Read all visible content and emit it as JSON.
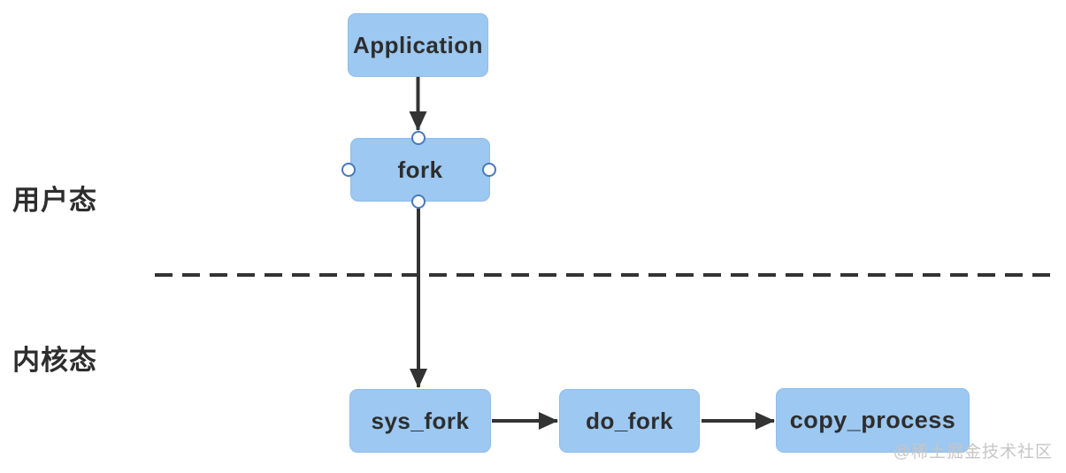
{
  "diagram": {
    "nodes": {
      "application": {
        "label": "Application"
      },
      "fork": {
        "label": "fork"
      },
      "sys_fork": {
        "label": "sys_fork"
      },
      "do_fork": {
        "label": "do_fork"
      },
      "copy_process": {
        "label": "copy_process"
      }
    },
    "regions": {
      "user_mode": {
        "label": "用户态"
      },
      "kernel_mode": {
        "label": "内核态"
      }
    },
    "edges": [
      {
        "from": "application",
        "to": "fork"
      },
      {
        "from": "fork",
        "to": "sys_fork"
      },
      {
        "from": "sys_fork",
        "to": "do_fork"
      },
      {
        "from": "do_fork",
        "to": "copy_process"
      }
    ],
    "watermark": "@稀土掘金技术社区",
    "colors": {
      "node_fill": "#9cc8f1",
      "node_border": "#8fbde9",
      "node_text": "#2e2e2e",
      "arrow": "#333333",
      "divider": "#333333",
      "handle_stroke": "#4779bd",
      "handle_fill": "#ffffff",
      "watermark": "#c6c6c6",
      "background": "#ffffff"
    }
  }
}
